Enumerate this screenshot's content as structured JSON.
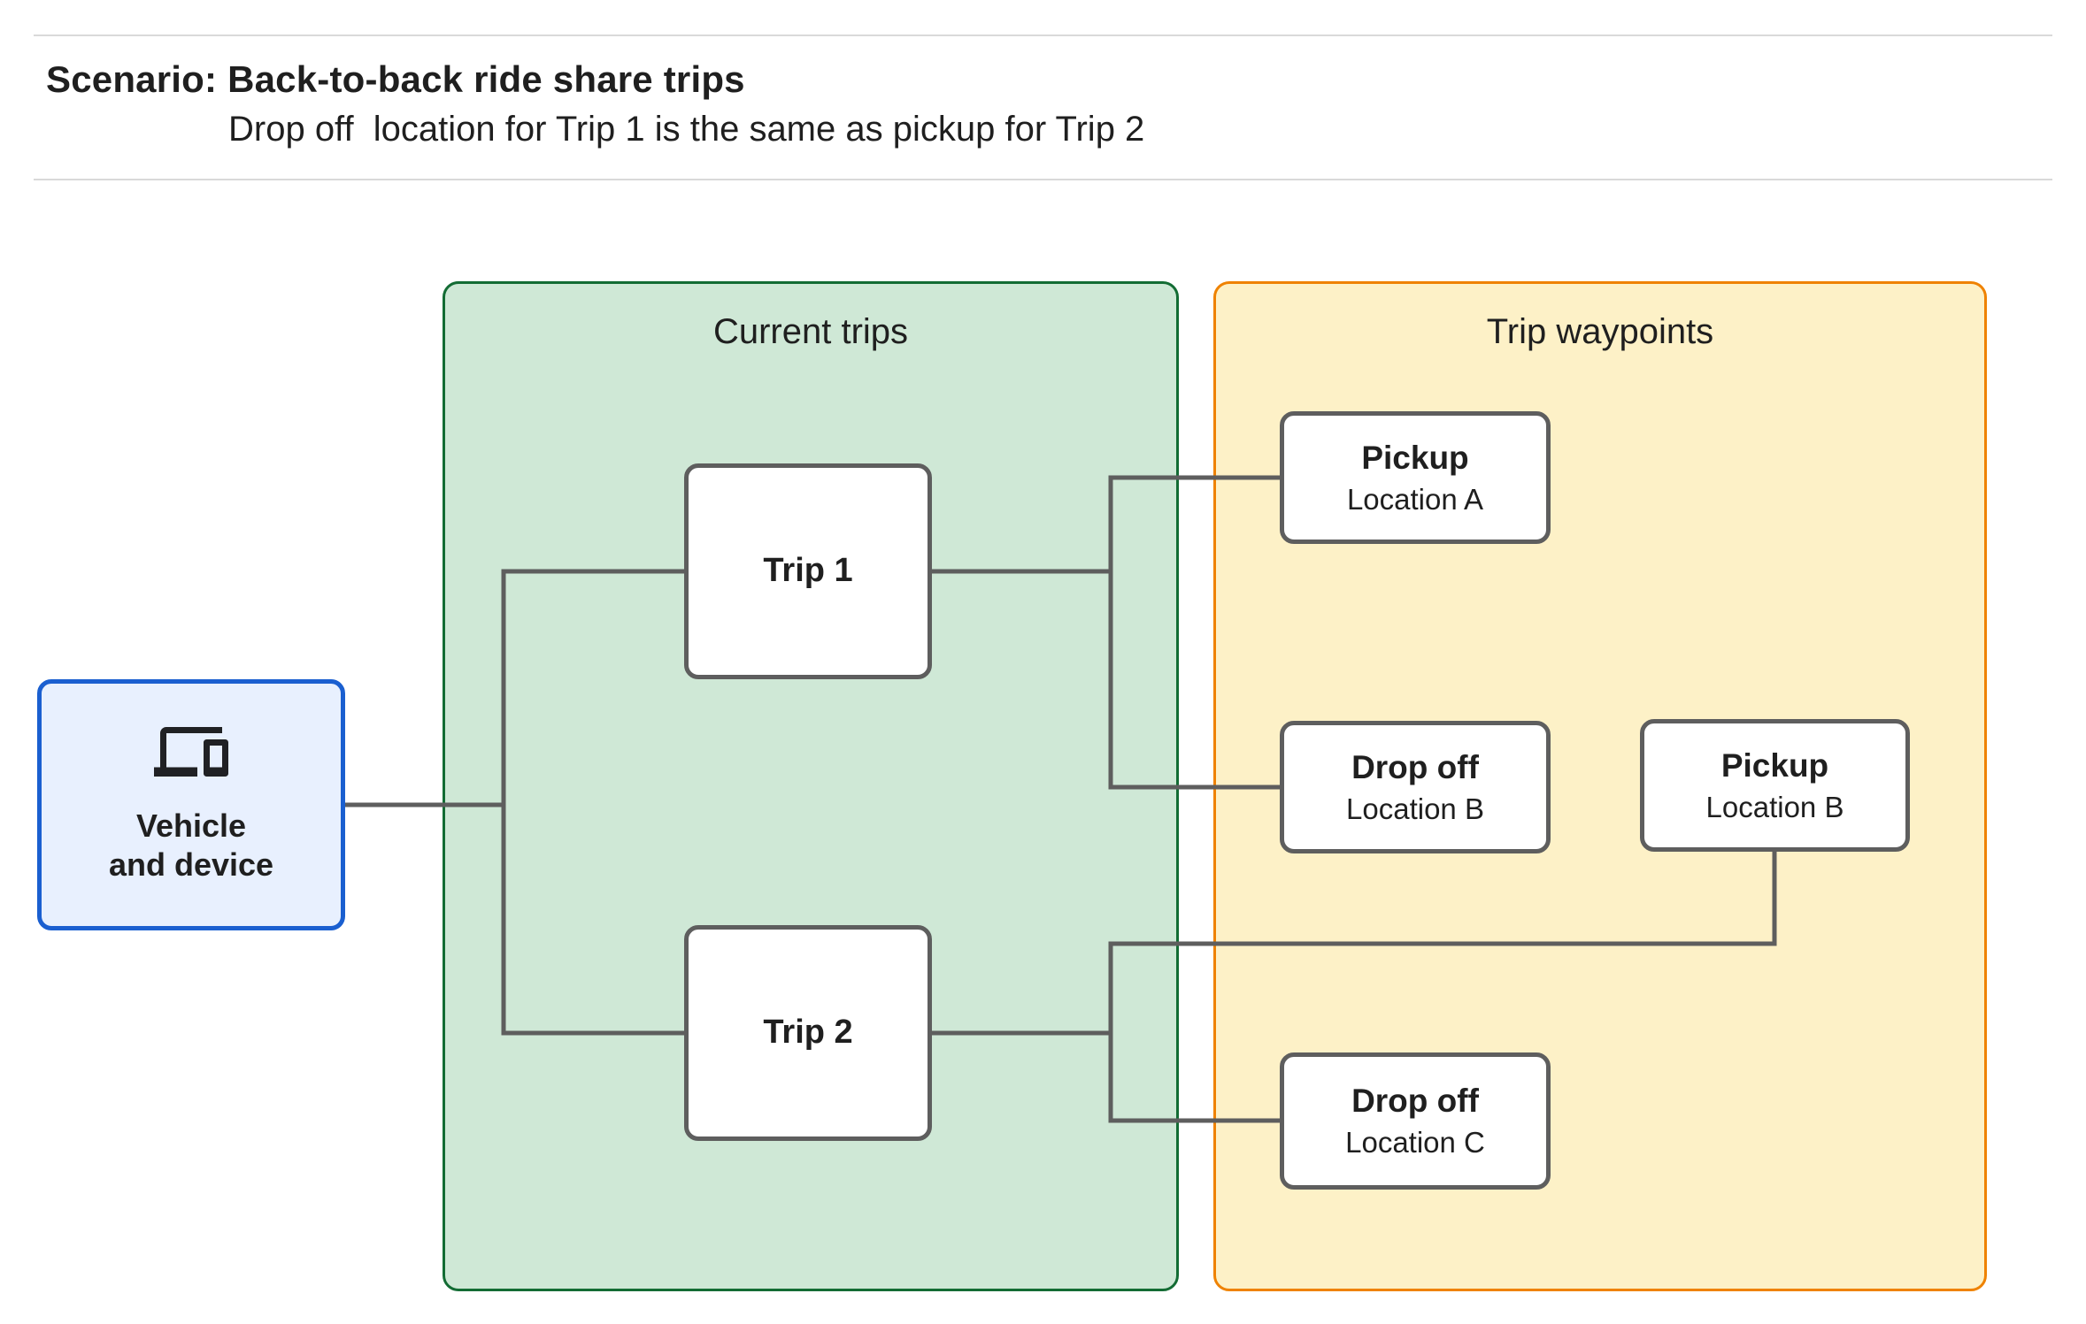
{
  "header": {
    "title": "Scenario: Back-to-back ride share trips",
    "subtitle": "Drop off  location for Trip 1 is the same as pickup for Trip 2"
  },
  "vehicle": {
    "icon": "devices-icon",
    "label_line1": "Vehicle",
    "label_line2": "and device"
  },
  "panels": {
    "current_trips": {
      "title": "Current trips",
      "trips": [
        {
          "label": "Trip 1"
        },
        {
          "label": "Trip 2"
        }
      ]
    },
    "trip_waypoints": {
      "title": "Trip waypoints",
      "waypoints": [
        {
          "type": "Pickup",
          "location": "Location A"
        },
        {
          "type": "Drop off",
          "location": "Location B"
        },
        {
          "type": "Pickup",
          "location": "Location B"
        },
        {
          "type": "Drop off",
          "location": "Location C"
        }
      ]
    }
  },
  "theme": {
    "c-line": "#5e5e5e",
    "c-node-border": "#5e5e5e",
    "c-text": "#1f1f1f",
    "c-rule": "#d9d9d9",
    "c-green-fill": "#cfe8d6",
    "c-green-border": "#136c34",
    "c-yellow-fill": "#fdf1c7",
    "c-yellow-border": "#ef8200",
    "c-blue-fill": "#e8f0fe",
    "c-blue-border": "#1a5fd0"
  }
}
